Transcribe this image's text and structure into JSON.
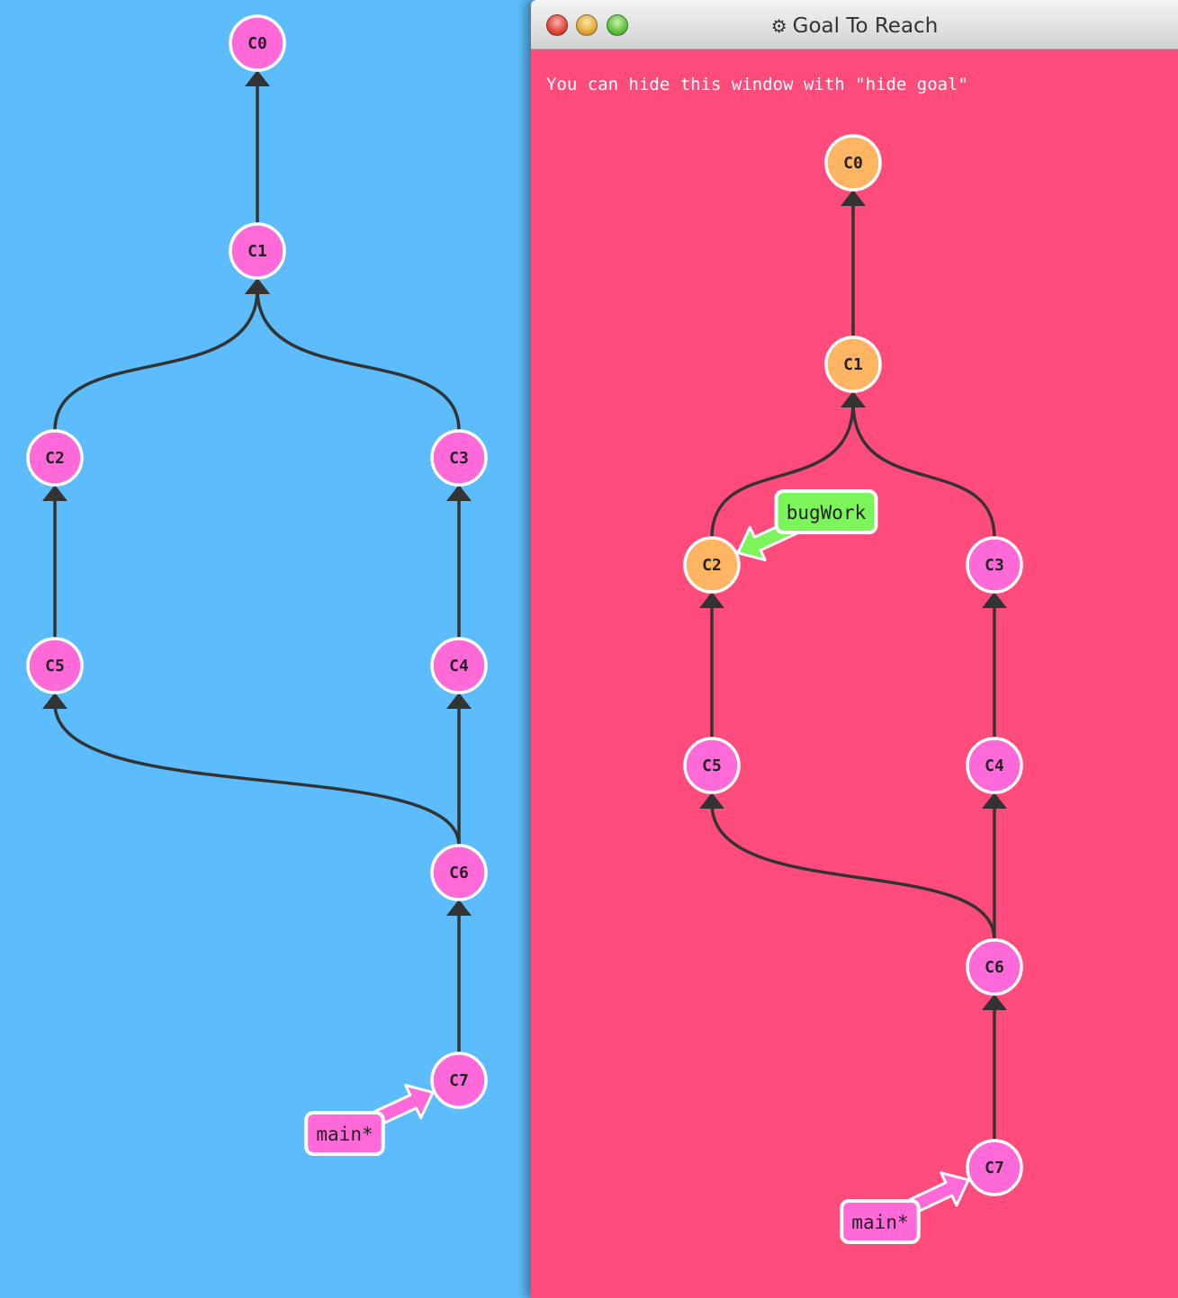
{
  "colors": {
    "main_bg": "#5cbcfc",
    "goal_bg": "#ff4c7d",
    "commit_default": "#ff6ad8",
    "commit_highlight": "#ffb562",
    "branch_main": "#ff6ad8",
    "branch_bugWork": "#7cf55a",
    "edge": "#333333",
    "node_stroke": "#ffffff"
  },
  "main_graph": {
    "commits": [
      {
        "id": "C0",
        "label": "C0",
        "highlight": false
      },
      {
        "id": "C1",
        "label": "C1",
        "highlight": false
      },
      {
        "id": "C2",
        "label": "C2",
        "highlight": false
      },
      {
        "id": "C3",
        "label": "C3",
        "highlight": false
      },
      {
        "id": "C5",
        "label": "C5",
        "highlight": false
      },
      {
        "id": "C4",
        "label": "C4",
        "highlight": false
      },
      {
        "id": "C6",
        "label": "C6",
        "highlight": false
      },
      {
        "id": "C7",
        "label": "C7",
        "highlight": false
      }
    ],
    "edges": [
      {
        "from": "C1",
        "to": "C0"
      },
      {
        "from": "C2",
        "to": "C1"
      },
      {
        "from": "C3",
        "to": "C1"
      },
      {
        "from": "C5",
        "to": "C2"
      },
      {
        "from": "C4",
        "to": "C3"
      },
      {
        "from": "C6",
        "to": "C5"
      },
      {
        "from": "C6",
        "to": "C4"
      },
      {
        "from": "C7",
        "to": "C6"
      }
    ],
    "branches": [
      {
        "name": "main*",
        "target": "C7",
        "color": "#ff6ad8"
      }
    ]
  },
  "goal_window": {
    "title": "Goal To Reach",
    "gear_icon": "⚙",
    "hint": "You can hide this window with \"hide goal\"",
    "graph": {
      "commits": [
        {
          "id": "C0",
          "label": "C0",
          "highlight": true
        },
        {
          "id": "C1",
          "label": "C1",
          "highlight": true
        },
        {
          "id": "C2",
          "label": "C2",
          "highlight": true
        },
        {
          "id": "C3",
          "label": "C3",
          "highlight": false
        },
        {
          "id": "C5",
          "label": "C5",
          "highlight": false
        },
        {
          "id": "C4",
          "label": "C4",
          "highlight": false
        },
        {
          "id": "C6",
          "label": "C6",
          "highlight": false
        },
        {
          "id": "C7",
          "label": "C7",
          "highlight": false
        }
      ],
      "edges": [
        {
          "from": "C1",
          "to": "C0"
        },
        {
          "from": "C2",
          "to": "C1"
        },
        {
          "from": "C3",
          "to": "C1"
        },
        {
          "from": "C5",
          "to": "C2"
        },
        {
          "from": "C4",
          "to": "C3"
        },
        {
          "from": "C6",
          "to": "C5"
        },
        {
          "from": "C6",
          "to": "C4"
        },
        {
          "from": "C7",
          "to": "C6"
        }
      ],
      "branches": [
        {
          "name": "bugWork",
          "target": "C2",
          "color": "#7cf55a"
        },
        {
          "name": "main*",
          "target": "C7",
          "color": "#ff6ad8"
        }
      ]
    }
  }
}
